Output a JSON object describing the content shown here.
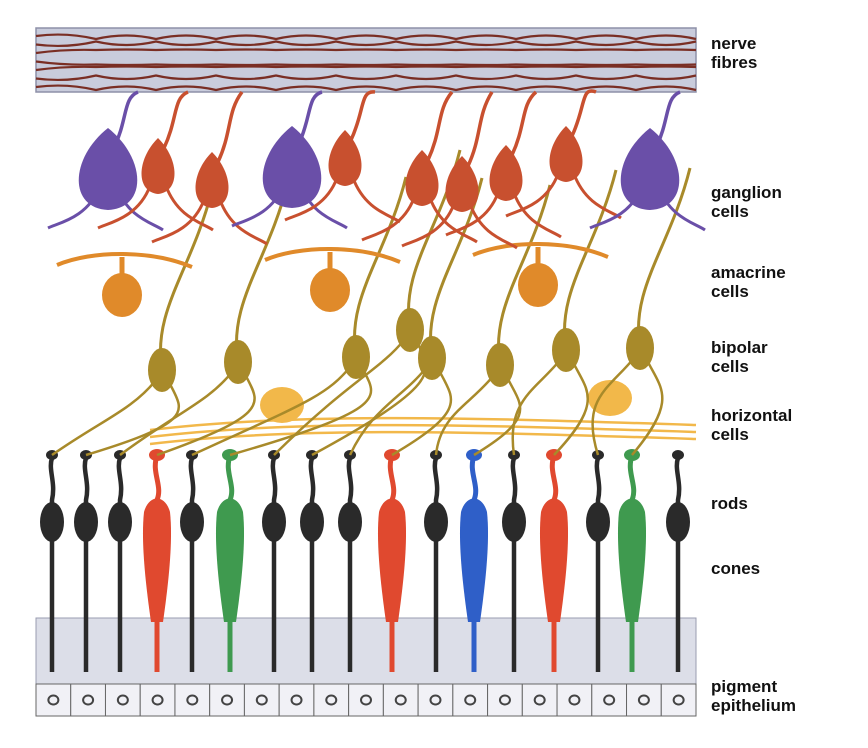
{
  "labels": {
    "nerve_fibres": "nerve\nfibres",
    "ganglion_cells": "ganglion\ncells",
    "amacrine_cells": "amacrine\ncells",
    "bipolar_cells": "bipolar\ncells",
    "horizontal_cells": "horizontal\ncells",
    "rods": "rods",
    "cones": "cones",
    "pigment_epithelium": "pigment\nepithelium"
  },
  "colors": {
    "nerve_fibre": "#7a2e24",
    "nerve_band": "#c9ccdc",
    "ganglion_purple": "#6a4fa8",
    "ganglion_red": "#c8502f",
    "amacrine": "#e08a2a",
    "bipolar": "#a88a2a",
    "horizontal": "#f2b84a",
    "rod": "#2a2a2a",
    "cone_red": "#e0492f",
    "cone_green": "#3f9a4f",
    "cone_blue": "#2f5fc8",
    "epithelium_band": "#dcdee8"
  },
  "photoreceptors": [
    {
      "kind": "rod"
    },
    {
      "kind": "rod"
    },
    {
      "kind": "rod"
    },
    {
      "kind": "cone",
      "color": "red"
    },
    {
      "kind": "rod"
    },
    {
      "kind": "cone",
      "color": "green"
    },
    {
      "kind": "rod"
    },
    {
      "kind": "rod"
    },
    {
      "kind": "rod"
    },
    {
      "kind": "cone",
      "color": "red"
    },
    {
      "kind": "rod"
    },
    {
      "kind": "cone",
      "color": "blue"
    },
    {
      "kind": "rod"
    },
    {
      "kind": "cone",
      "color": "red"
    },
    {
      "kind": "rod"
    },
    {
      "kind": "cone",
      "color": "green"
    },
    {
      "kind": "rod"
    }
  ],
  "ganglion_cells": [
    {
      "color": "purple"
    },
    {
      "color": "red"
    },
    {
      "color": "red"
    },
    {
      "color": "purple"
    },
    {
      "color": "red"
    },
    {
      "color": "red"
    },
    {
      "color": "red"
    },
    {
      "color": "red"
    },
    {
      "color": "red"
    },
    {
      "color": "purple"
    }
  ]
}
